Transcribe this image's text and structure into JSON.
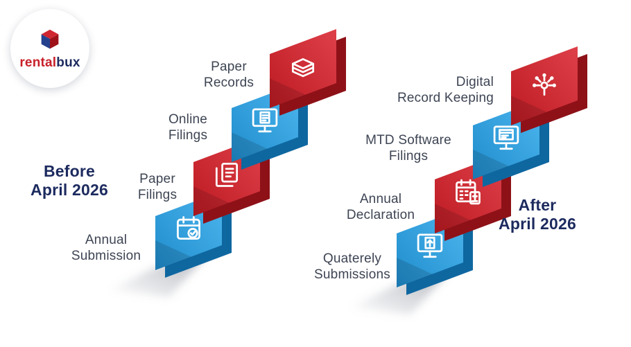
{
  "logo": {
    "brand_part1": "rental",
    "brand_part2": "bux"
  },
  "colors": {
    "red_gradient": [
      "#bd1a22",
      "#de4049"
    ],
    "blue_gradient": [
      "#1f8ccc",
      "#4cb6ee"
    ],
    "red_dark": "#8e1118",
    "blue_dark": "#0f67a0",
    "navy": "#1c2a5e",
    "label_gray": "#3d4453",
    "shadow_gray": "#8e939e"
  },
  "left": {
    "title": "Before\nApril 2026",
    "steps": [
      {
        "label": "Annual\nSubmission",
        "color": "blue",
        "icon": "calendar-check-icon"
      },
      {
        "label": "Paper\nFilings",
        "color": "red",
        "icon": "paper-copy-icon"
      },
      {
        "label": "Online\nFilings",
        "color": "blue",
        "icon": "monitor-document-icon"
      },
      {
        "label": "Paper\nRecords",
        "color": "red",
        "icon": "paper-stack-icon"
      }
    ]
  },
  "right": {
    "title": "After\nApril 2026",
    "steps": [
      {
        "label": "Quaterely\nSubmissions",
        "color": "blue",
        "icon": "monitor-upload-icon"
      },
      {
        "label": "Annual\nDeclaration",
        "color": "red",
        "icon": "calculator-calendar-icon"
      },
      {
        "label": "MTD Software\nFilings",
        "color": "blue",
        "icon": "monitor-software-icon"
      },
      {
        "label": "Digital\nRecord Keeping",
        "color": "red",
        "icon": "digital-touch-icon"
      }
    ]
  }
}
